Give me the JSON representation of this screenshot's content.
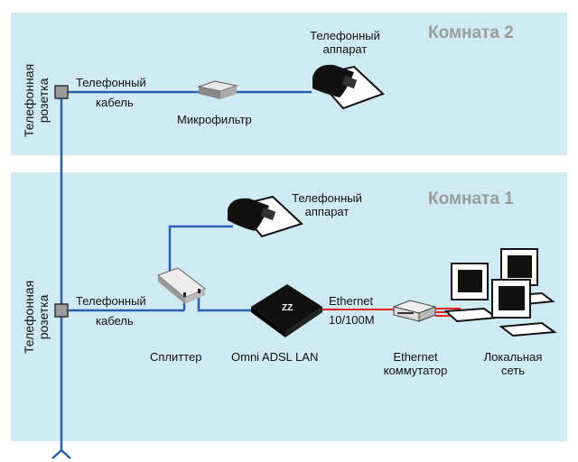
{
  "rooms": [
    {
      "title": "Комната 2",
      "socket_label": [
        "Телефонная",
        "розетка"
      ],
      "cable_label": [
        "Телефонный",
        "кабель"
      ],
      "microfilter_label": "Микрофильтр",
      "phone_label": [
        "Телефонный",
        "аппарат"
      ]
    },
    {
      "title": "Комната 1",
      "socket_label": [
        "Телефонная",
        "розетка"
      ],
      "cable_label": [
        "Телефонный",
        "кабель"
      ],
      "phone_label": [
        "Телефонный",
        "аппарат"
      ],
      "splitter_label": "Сплиттер",
      "modem_label": "Omni ADSL LAN",
      "ethernet_link_label": [
        "Ethernet",
        "10/100M"
      ],
      "switch_label": [
        "Ethernet",
        "коммутатор"
      ],
      "lan_label": [
        "Локальная",
        "сеть"
      ]
    }
  ],
  "colors": {
    "room_bg": "#cfeaf2",
    "phone_line": "#2a5fb0",
    "ethernet_line": "#e02020",
    "room_title": "#9a9a9a"
  }
}
